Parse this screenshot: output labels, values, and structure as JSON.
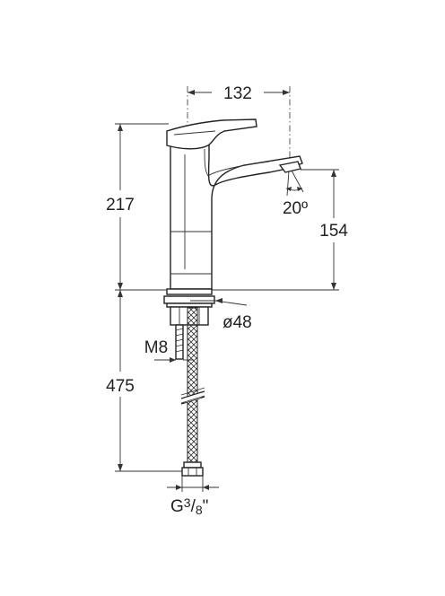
{
  "dimensions": {
    "spout_reach": "132",
    "total_height": "217",
    "spout_height": "154",
    "spout_angle": "20º",
    "base_diameter": "ø48",
    "thread": "M8",
    "hose_length": "475",
    "connection_main": "G",
    "connection_num": "3",
    "connection_den": "8",
    "connection_suffix": "\""
  },
  "colors": {
    "line": "#222222",
    "background": "#ffffff"
  }
}
